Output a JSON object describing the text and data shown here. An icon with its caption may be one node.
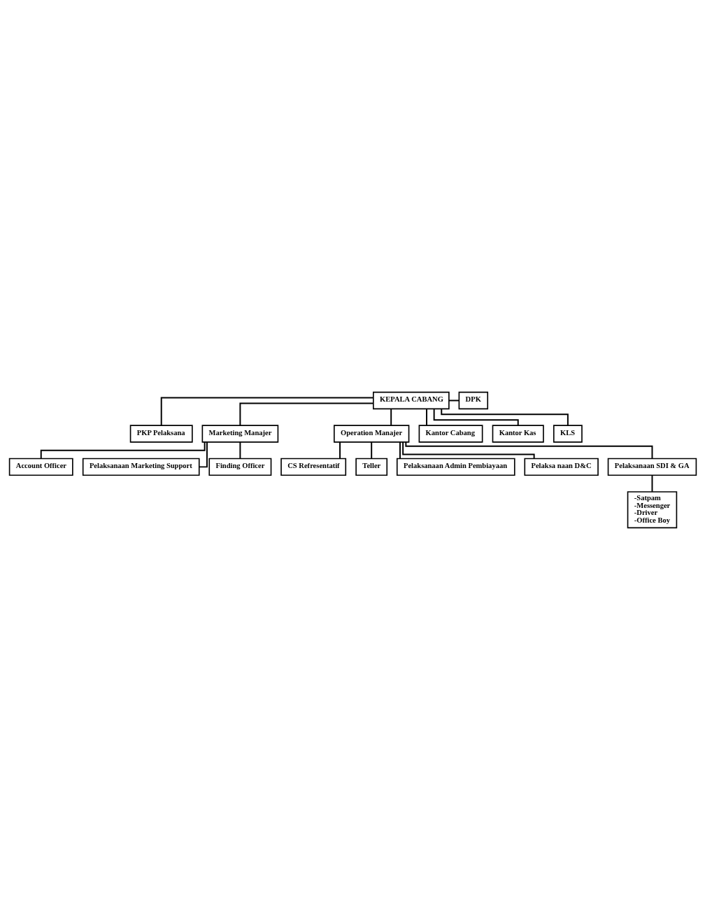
{
  "diagram": {
    "nodes": [
      {
        "text": [
          "KEPALA CABANG"
        ]
      },
      {
        "text": [
          "DPK"
        ]
      },
      {
        "text": [
          "PKP Pelaksana"
        ]
      },
      {
        "text": [
          "Marketing Manajer"
        ]
      },
      {
        "text": [
          "Operation Manajer"
        ]
      },
      {
        "text": [
          "Kantor Cabang"
        ]
      },
      {
        "text": [
          "Kantor Kas"
        ]
      },
      {
        "text": [
          "KLS"
        ]
      },
      {
        "text": [
          "CS Refresentatif"
        ]
      },
      {
        "text": [
          "Teller"
        ]
      },
      {
        "text": [
          "Pelaksanaan Admin Pembiayaan"
        ]
      },
      {
        "text": [
          "Pelaksa naan D&C"
        ]
      },
      {
        "text": [
          "Pelaksanaan SDI & GA"
        ]
      },
      {
        "text": [
          "-Satpam",
          "-Messenger",
          "-Driver",
          "-Office Boy"
        ]
      },
      {
        "text": [
          "Account Officer"
        ]
      },
      {
        "text": [
          "Pelaksanaan Marketing Support"
        ]
      },
      {
        "text": [
          "Finding Officer"
        ]
      }
    ],
    "edges": [
      {
        "from": 0,
        "to": 1,
        "arrow": "none"
      },
      {
        "from": 0,
        "to": 2,
        "arrow": "none"
      },
      {
        "from": 0,
        "to": 3,
        "arrow": "none"
      },
      {
        "from": 0,
        "to": 4,
        "arrow": "none"
      },
      {
        "from": 0,
        "to": 5,
        "arrow": "none"
      },
      {
        "from": 0,
        "to": 6,
        "arrow": "none"
      },
      {
        "from": 0,
        "to": 7,
        "arrow": "none"
      },
      {
        "from": 4,
        "to": 8,
        "arrow": "none"
      },
      {
        "from": 4,
        "to": 9,
        "arrow": "none"
      },
      {
        "from": 4,
        "to": 10,
        "arrow": "none"
      },
      {
        "from": 4,
        "to": 11,
        "arrow": "none"
      },
      {
        "from": 4,
        "to": 12,
        "arrow": "none"
      },
      {
        "from": 12,
        "to": 13,
        "arrow": "none"
      },
      {
        "from": 3,
        "to": 14,
        "arrow": "none"
      },
      {
        "from": 3,
        "to": 15,
        "arrow": "none"
      },
      {
        "from": 3,
        "to": 16,
        "arrow": "none"
      }
    ]
  }
}
